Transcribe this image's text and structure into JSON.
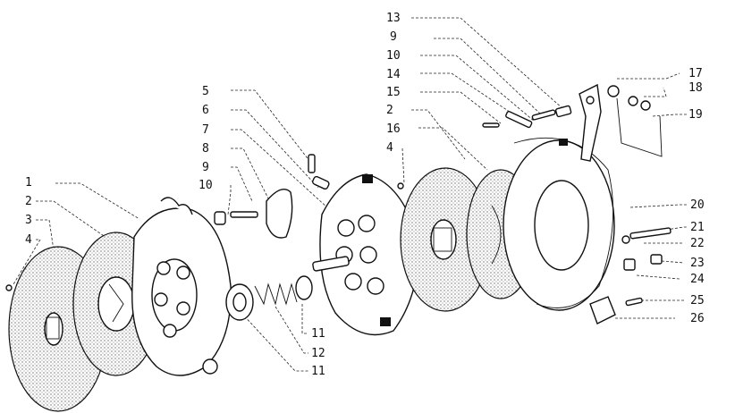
{
  "diagram": {
    "callouts": [
      {
        "id": "c13a",
        "text": "13"
      },
      {
        "id": "c9a",
        "text": "9"
      },
      {
        "id": "c10a",
        "text": "10"
      },
      {
        "id": "c14",
        "text": "14"
      },
      {
        "id": "c15",
        "text": "15"
      },
      {
        "id": "c2a",
        "text": "2"
      },
      {
        "id": "c16",
        "text": "16"
      },
      {
        "id": "c4a",
        "text": "4"
      },
      {
        "id": "c5",
        "text": "5"
      },
      {
        "id": "c6",
        "text": "6"
      },
      {
        "id": "c7",
        "text": "7"
      },
      {
        "id": "c8",
        "text": "8"
      },
      {
        "id": "c9b",
        "text": "9"
      },
      {
        "id": "c10b",
        "text": "10"
      },
      {
        "id": "c1",
        "text": "1"
      },
      {
        "id": "c2b",
        "text": "2"
      },
      {
        "id": "c3",
        "text": "3"
      },
      {
        "id": "c4b",
        "text": "4"
      },
      {
        "id": "c17",
        "text": "17"
      },
      {
        "id": "c18",
        "text": "18"
      },
      {
        "id": "c19",
        "text": "19"
      },
      {
        "id": "c20",
        "text": "20"
      },
      {
        "id": "c21",
        "text": "21"
      },
      {
        "id": "c22",
        "text": "22"
      },
      {
        "id": "c23",
        "text": "23"
      },
      {
        "id": "c24",
        "text": "24"
      },
      {
        "id": "c25",
        "text": "25"
      },
      {
        "id": "c26",
        "text": "26"
      },
      {
        "id": "c11a",
        "text": "11"
      },
      {
        "id": "c12",
        "text": "12"
      },
      {
        "id": "c11b",
        "text": "11"
      }
    ]
  }
}
